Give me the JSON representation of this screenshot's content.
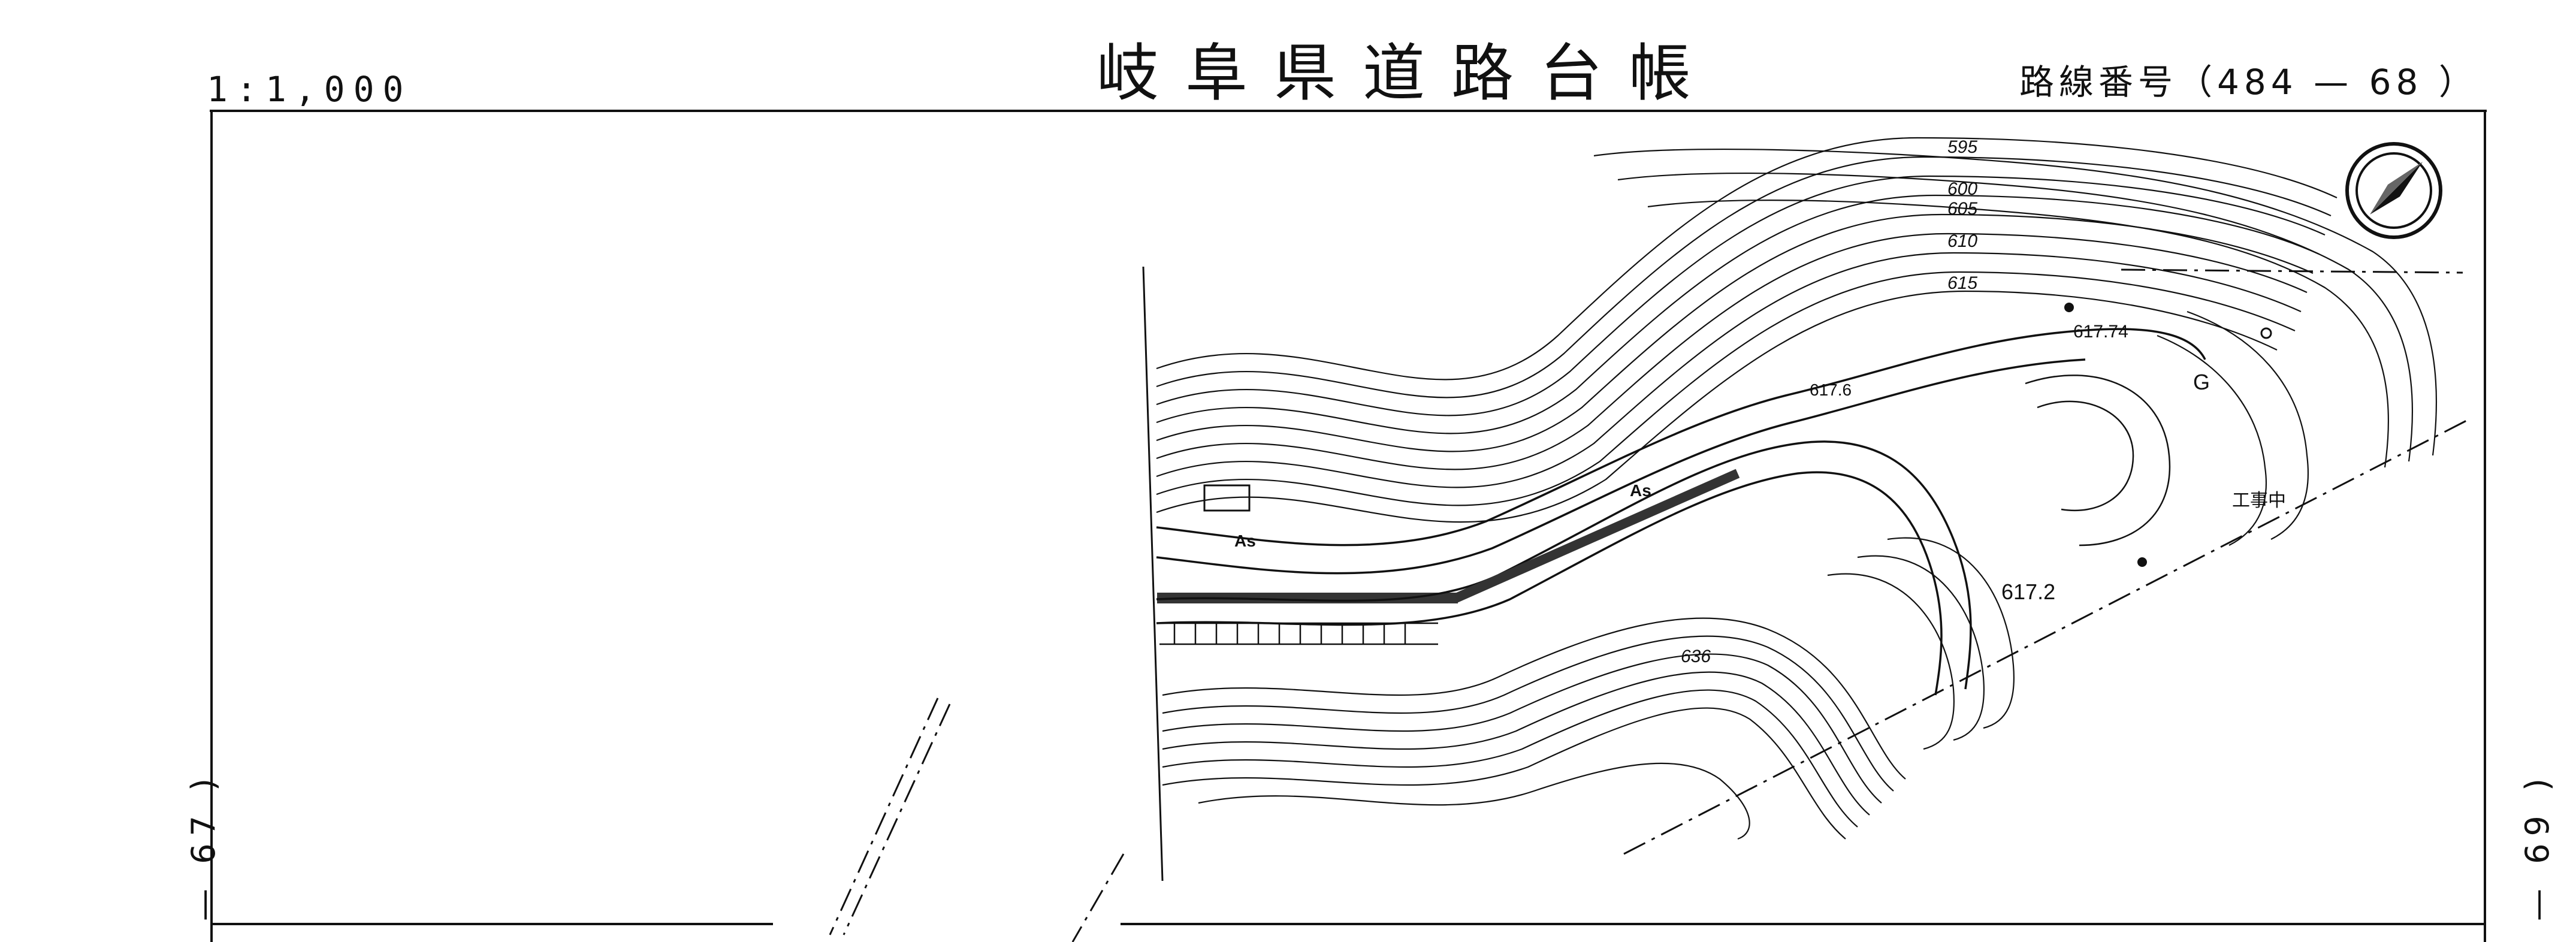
{
  "header": {
    "scale": "1:1,000",
    "title": "岐阜県道路台帳",
    "route_number": "路線番号（484 — 68 ）"
  },
  "sheet_refs": {
    "left": "— 67 )",
    "right": "— 69 )"
  },
  "map": {
    "contour_labels": [
      "595",
      "600",
      "605",
      "610",
      "615",
      "636"
    ],
    "elevation_labels": [
      "617.74",
      "617.6",
      "617.2"
    ],
    "surface_labels": [
      "As",
      "As",
      "G"
    ],
    "construction_label": "工事中",
    "north_arrow": "north-arrow-icon"
  }
}
